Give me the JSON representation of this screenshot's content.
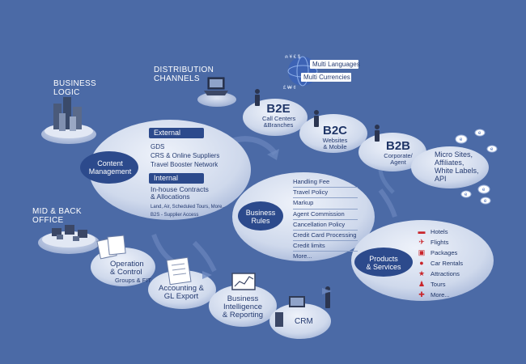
{
  "headings": {
    "business_logic": [
      "BUSINESS",
      "LOGIC"
    ],
    "distribution_channels": [
      "DISTRIBUTION",
      "CHANNELS"
    ],
    "mid_back_office": [
      "MID & BACK",
      "OFFICE"
    ]
  },
  "globe": {
    "languages": "Multi Languages",
    "currencies": "Multi Currencies"
  },
  "b2e": {
    "title": "B2E",
    "sub": [
      "Call Centers",
      "&Branches"
    ]
  },
  "b2c": {
    "title": "B2C",
    "sub": [
      "Websites",
      "& Mobile"
    ]
  },
  "b2b": {
    "title": "B2B",
    "sub": [
      "Corporate/",
      "Agent"
    ]
  },
  "micro_sites": [
    "Micro Sites,",
    "Affiliates,",
    "White Labels,",
    "API"
  ],
  "content_management": {
    "title": [
      "Content",
      "Management"
    ],
    "external_label": "External",
    "external_items": [
      "GDS",
      "CRS & Online Suppliers",
      "Travel Booster Network"
    ],
    "internal_label": "Internal",
    "internal_lines": [
      "In-house Contracts",
      "& Allocations"
    ],
    "internal_small": [
      "Land, Air, Scheduled Tours, More..",
      "B2S - Supplier Access"
    ]
  },
  "business_rules": {
    "title": [
      "Business",
      "Rules"
    ],
    "items": [
      "Handling Fee",
      "Travel Policy",
      "Markup",
      "Agent Commission",
      "Cancellation Policy",
      "Credit Card Processing",
      "Credit limits",
      "More..."
    ]
  },
  "products": {
    "title": [
      "Products",
      "& Services"
    ],
    "items": [
      {
        "label": "Hotels",
        "icon": "bed-icon"
      },
      {
        "label": "Flights",
        "icon": "plane-icon"
      },
      {
        "label": "Packages",
        "icon": "suitcase-icon"
      },
      {
        "label": "Car Rentals",
        "icon": "car-icon"
      },
      {
        "label": "Attractions",
        "icon": "star-icon"
      },
      {
        "label": "Tours",
        "icon": "person-icon"
      },
      {
        "label": "More...",
        "icon": "plus-icon"
      }
    ]
  },
  "operation": {
    "title": [
      "Operation",
      "& Control"
    ],
    "sub": "Groups & FIT"
  },
  "accounting": {
    "title": [
      "Accounting &",
      "GL Export"
    ]
  },
  "bi": {
    "title": [
      "Business",
      "Intelligence",
      "& Reporting"
    ]
  },
  "crm": {
    "title": "CRM"
  },
  "colors": {
    "background": "#4b6aa6",
    "bubble": "#c9d4ea",
    "pill": "#2c4a8c",
    "icon_red": "#c9242a"
  }
}
